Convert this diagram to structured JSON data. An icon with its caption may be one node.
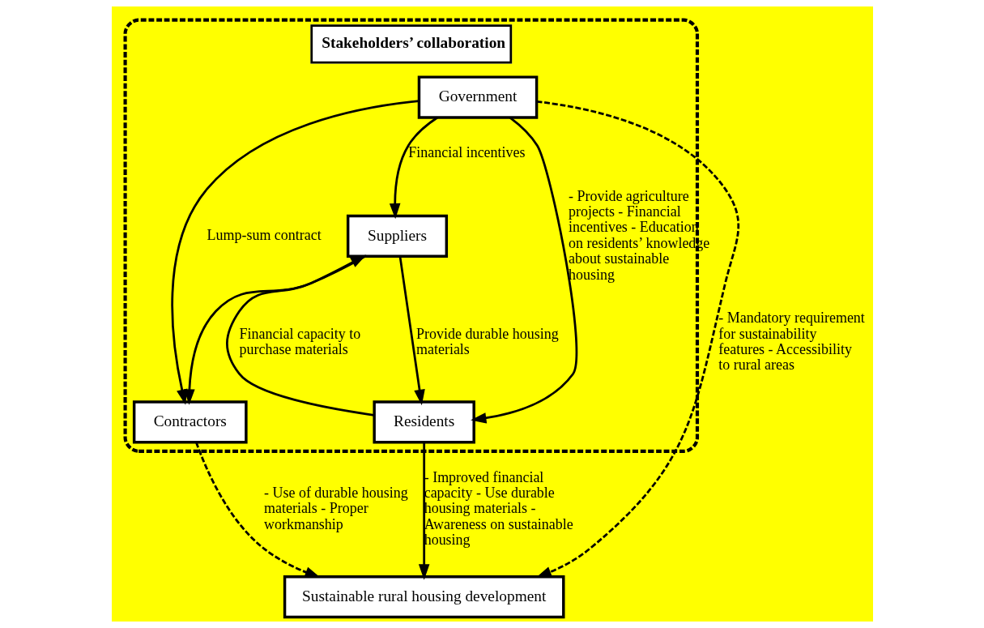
{
  "diagram": {
    "nodes": [
      {
        "text": [
          "Stakeholders’ collaboration"
        ]
      },
      {
        "text": [
          "Government"
        ],
        "in": 0
      },
      {
        "text": [
          "Suppliers"
        ],
        "in": 0
      },
      {
        "text": [
          "Contractors"
        ],
        "in": 0
      },
      {
        "text": [
          "Residents"
        ],
        "in": 0
      },
      {
        "text": [
          "Sustainable rural housing development"
        ]
      }
    ],
    "edges": [
      {
        "from": 1,
        "to": 3,
        "arrow": "to",
        "label": "Lump-sum contract"
      },
      {
        "from": 1,
        "to": 2,
        "arrow": "to",
        "label": "Financial incentives"
      },
      {
        "from": 1,
        "to": 4,
        "arrow": "to",
        "label": "- Provide agriculture projects - Financial incentives - Education on residents’ knowledge about sustainable housing"
      },
      {
        "from": 4,
        "to": 2,
        "arrow": "to",
        "label": "Financial capacity to purchase materials"
      },
      {
        "from": 2,
        "to": 4,
        "arrow": "to",
        "label": "Provide durable housing materials"
      },
      {
        "from": 2,
        "to": 3,
        "arrow": "to"
      },
      {
        "from": 4,
        "to": 5,
        "arrow": "to",
        "label": "- Improved financial capacity - Use durable housing materials - Awareness on sustainable housing"
      },
      {
        "from": 1,
        "to": 5,
        "arrow": "to",
        "style": "dashed",
        "label": "- Mandatory requirement for sustainability features - Accessibility to rural areas"
      },
      {
        "from": 3,
        "to": 5,
        "arrow": "to",
        "style": "dashed",
        "label": "- Use of durable housing materials - Proper workmanship"
      }
    ]
  }
}
